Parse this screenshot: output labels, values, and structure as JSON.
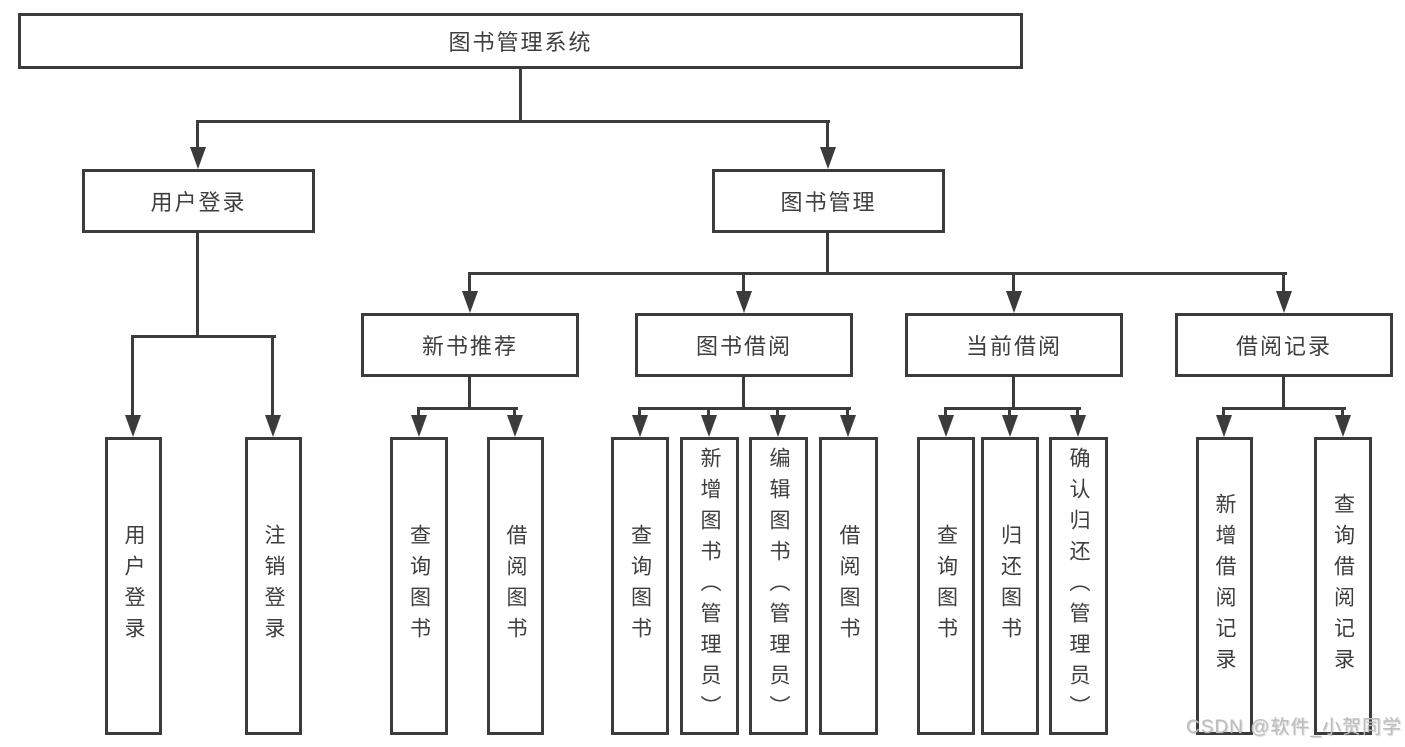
{
  "diagram": {
    "root": {
      "label": "图书管理系统"
    },
    "user_branch": {
      "label": "用户登录",
      "children": [
        {
          "label": "用户登录"
        },
        {
          "label": "注销登录"
        }
      ]
    },
    "book_branch": {
      "label": "图书管理",
      "groups": [
        {
          "label": "新书推荐",
          "children": [
            {
              "label": "查询图书"
            },
            {
              "label": "借阅图书"
            }
          ]
        },
        {
          "label": "图书借阅",
          "children": [
            {
              "label": "查询图书"
            },
            {
              "label": "新增图书（管理员）"
            },
            {
              "label": "编辑图书（管理员）"
            },
            {
              "label": "借阅图书"
            }
          ]
        },
        {
          "label": "当前借阅",
          "children": [
            {
              "label": "查询图书"
            },
            {
              "label": "归还图书"
            },
            {
              "label": "确认归还（管理员）"
            }
          ]
        },
        {
          "label": "借阅记录",
          "children": [
            {
              "label": "新增借阅记录"
            },
            {
              "label": "查询借阅记录"
            }
          ]
        }
      ]
    },
    "colors": {
      "line": "#3b3b3b",
      "text": "#3e3e3e",
      "watermark": "#bdbdbd",
      "background": "#ffffff"
    }
  },
  "watermark": {
    "text": "CSDN @软件_小贺同学"
  }
}
